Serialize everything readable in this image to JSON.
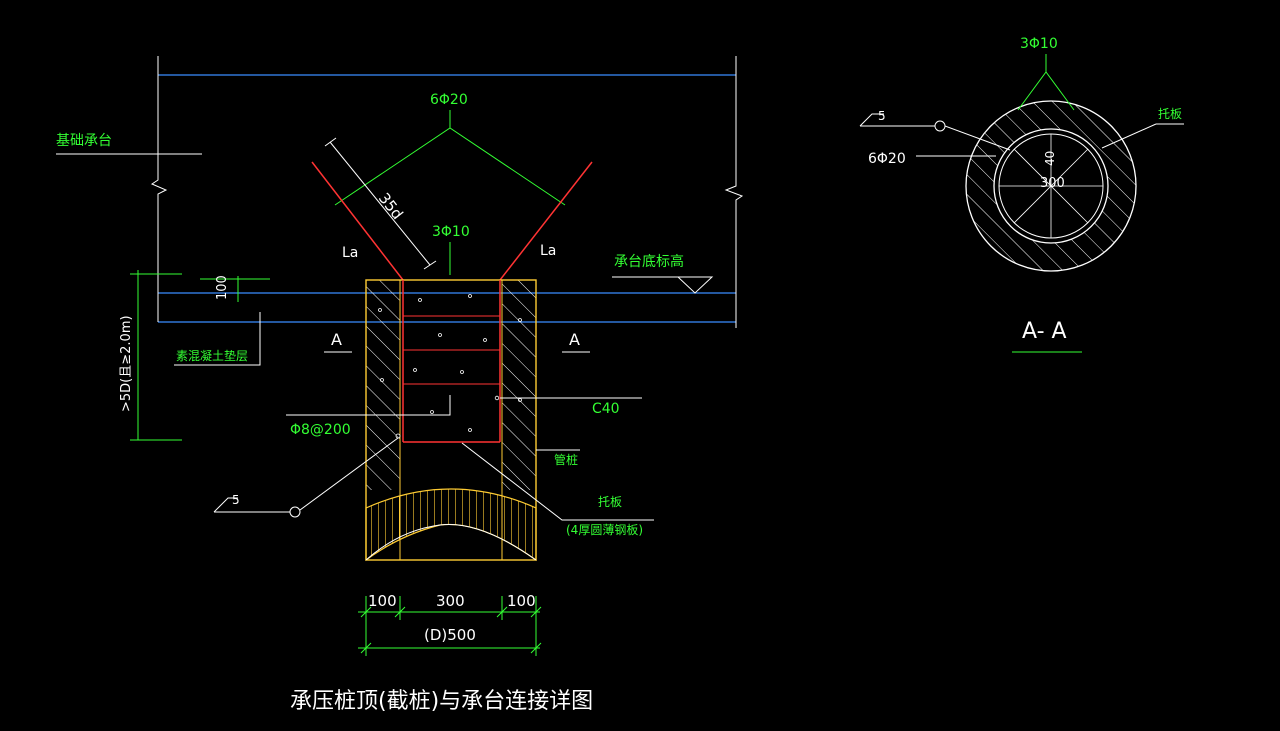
{
  "title": "承压桩顶(截桩)与承台连接详图",
  "labels": {
    "cap": "基础承台",
    "rebar_main": "6Φ20",
    "anchor_35d": "35d",
    "rebar_3phi10": "3Φ10",
    "la_left": "La",
    "la_right": "La",
    "cap_bottom": "承台底标高",
    "dim_100_vertical": "100",
    "depth": ">5D(且≥2.0m)",
    "cushion": "素混凝土垫层",
    "section_a_left": "A",
    "section_a_right": "A",
    "concrete": "C40",
    "stirrup": "Φ8@200",
    "pile": "管桩",
    "weld_left": "5",
    "plate": "托板",
    "plate_note": "(4厚圆薄钢板)",
    "dim_100_left": "100",
    "dim_300": "300",
    "dim_100_right": "100",
    "dim_d500": "(D)500"
  },
  "section": {
    "title": "A- A",
    "rebar_top": "3Φ10",
    "weld": "5",
    "rebar_main": "6Φ20",
    "plate": "托板",
    "dim_40": "40",
    "dim_300": "300"
  },
  "colors": {
    "background": "#000000",
    "text_green": "#33ff33",
    "line_blue": "#3a8cff",
    "rebar_red": "#ff3333",
    "pile_yellow": "#ffcc33"
  }
}
